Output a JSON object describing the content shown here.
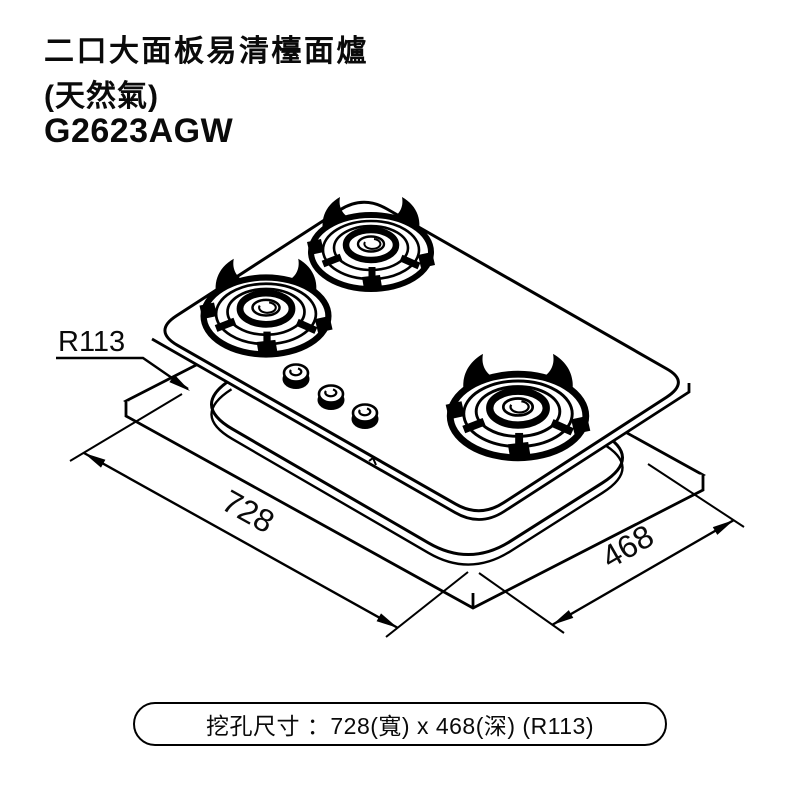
{
  "header": {
    "title": "二口大面板易清檯面爐",
    "subtitle": "(天然氣)",
    "model": "G2623AGW"
  },
  "drawing": {
    "radius_label": "R113",
    "width_label": "728",
    "depth_label": "468",
    "burner_count": 3,
    "knob_count": 3
  },
  "footer": {
    "cutout_text": "挖孔尺寸 ：728(寬) x 468(深) (R113)"
  },
  "colors": {
    "ink": "#000000",
    "background": "#ffffff"
  }
}
